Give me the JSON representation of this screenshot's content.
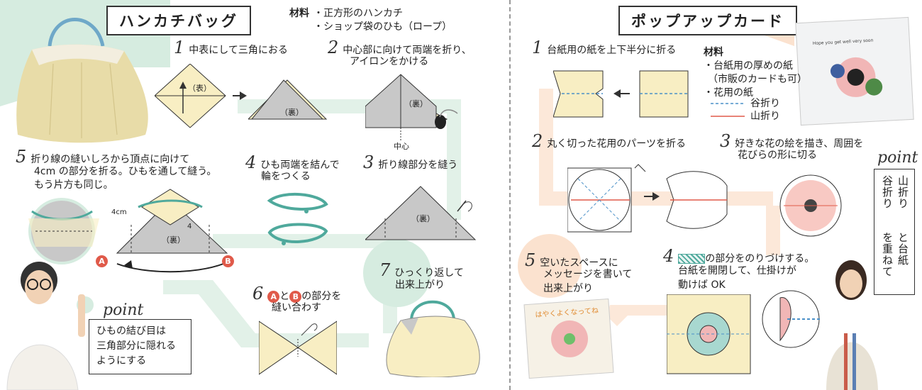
{
  "left": {
    "title": "ハンカチバッグ",
    "materials_label": "材料",
    "materials": [
      "・正方形のハンカチ",
      "・ショップ袋のひも（ロープ）"
    ],
    "steps": [
      {
        "num": "1",
        "lines": [
          "中表にして三角におる"
        ]
      },
      {
        "num": "2",
        "lines": [
          "中心部に向けて両端を折り、",
          "アイロンをかける"
        ]
      },
      {
        "num": "3",
        "lines": [
          "折り線部分を縫う"
        ]
      },
      {
        "num": "4",
        "lines": [
          "ひも両端を結んで",
          "輪をつくる"
        ]
      },
      {
        "num": "5",
        "lines": [
          "折り線の縫いしろから頂点に向けて",
          "4cm の部分を折る。ひもを通して縫う。",
          "もう片方も同じ。"
        ]
      },
      {
        "num": "6",
        "a": "A",
        "to": "と",
        "b": "B",
        "rest": "の部分を",
        "line2": "縫い合わす"
      },
      {
        "num": "7",
        "lines": [
          "ひっくり返して",
          "出来上がり"
        ]
      }
    ],
    "labels": {
      "front": "（表）",
      "back": "（裏）",
      "center": "中心",
      "four_cm": "4cm",
      "four": "4",
      "a": "A",
      "b": "B"
    },
    "point_label": "point",
    "point_text": [
      "ひもの結び目は",
      "三角部分に隠れる",
      "ようにする"
    ]
  },
  "right": {
    "title": "ポップアップカード",
    "card_photo_text": "Hope you get well very soon",
    "materials_label": "材料",
    "materials": [
      "・台紙用の厚めの紙",
      "（市販のカードも可）",
      "・花用の紙"
    ],
    "legend": {
      "valley": "谷折り",
      "mountain": "山折り"
    },
    "steps": [
      {
        "num": "1",
        "lines": [
          "台紙用の紙を上下半分に折る"
        ]
      },
      {
        "num": "2",
        "lines": [
          "丸く切った花用のパーツを折る"
        ]
      },
      {
        "num": "3",
        "lines": [
          "好きな花の絵を描き、周囲を",
          "花びらの形に切る"
        ]
      },
      {
        "num": "4",
        "suffix": "の部分をのりづけする。",
        "lines": [
          "台紙を開閉して、仕掛けが",
          "動けば OK"
        ]
      },
      {
        "num": "5",
        "lines": [
          "空いたスペースに",
          "メッセージを書いて",
          "出来上がり"
        ]
      }
    ],
    "card_message": "はやくよくなってね",
    "point_label": "point",
    "point_vertical": [
      "山折り",
      "谷折り",
      "と台紙",
      "を重ねて"
    ]
  },
  "colors": {
    "mint": "#d6ece0",
    "peach": "#fbe2cf",
    "cream": "#f8eec3",
    "gray": "#c8c8c8",
    "teal": "#4fa99c",
    "red": "#e05a4a",
    "blue": "#4a90c8"
  }
}
